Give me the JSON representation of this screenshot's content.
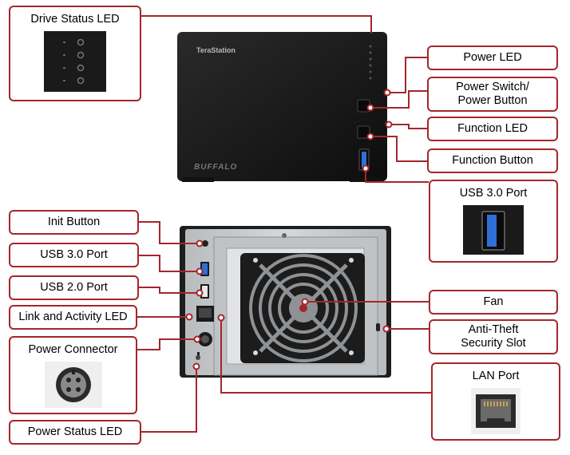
{
  "labels": {
    "drive_status_led": "Drive Status LED",
    "power_led": "Power LED",
    "power_switch": "Power Switch/\nPower Button",
    "function_led": "Function LED",
    "function_button": "Function Button",
    "usb30_port_front": "USB 3.0 Port",
    "init_button": "Init Button",
    "usb30_port_rear": "USB 3.0 Port",
    "usb20_port": "USB 2.0 Port",
    "link_activity_led": "Link and Activity LED",
    "power_connector": "Power Connector",
    "power_status_led": "Power Status LED",
    "fan": "Fan",
    "anti_theft_slot": "Anti-Theft\nSecurity Slot",
    "lan_port": "LAN Port"
  },
  "device": {
    "brand": "TeraStation",
    "logo": "BUFFALO"
  },
  "colors": {
    "callout_border": "#a4272b",
    "leader_line": "#a4272b",
    "device_body": "#1a1a1a",
    "rear_panel": "#c8cbce",
    "usb3_blue": "#2f6fd6"
  }
}
